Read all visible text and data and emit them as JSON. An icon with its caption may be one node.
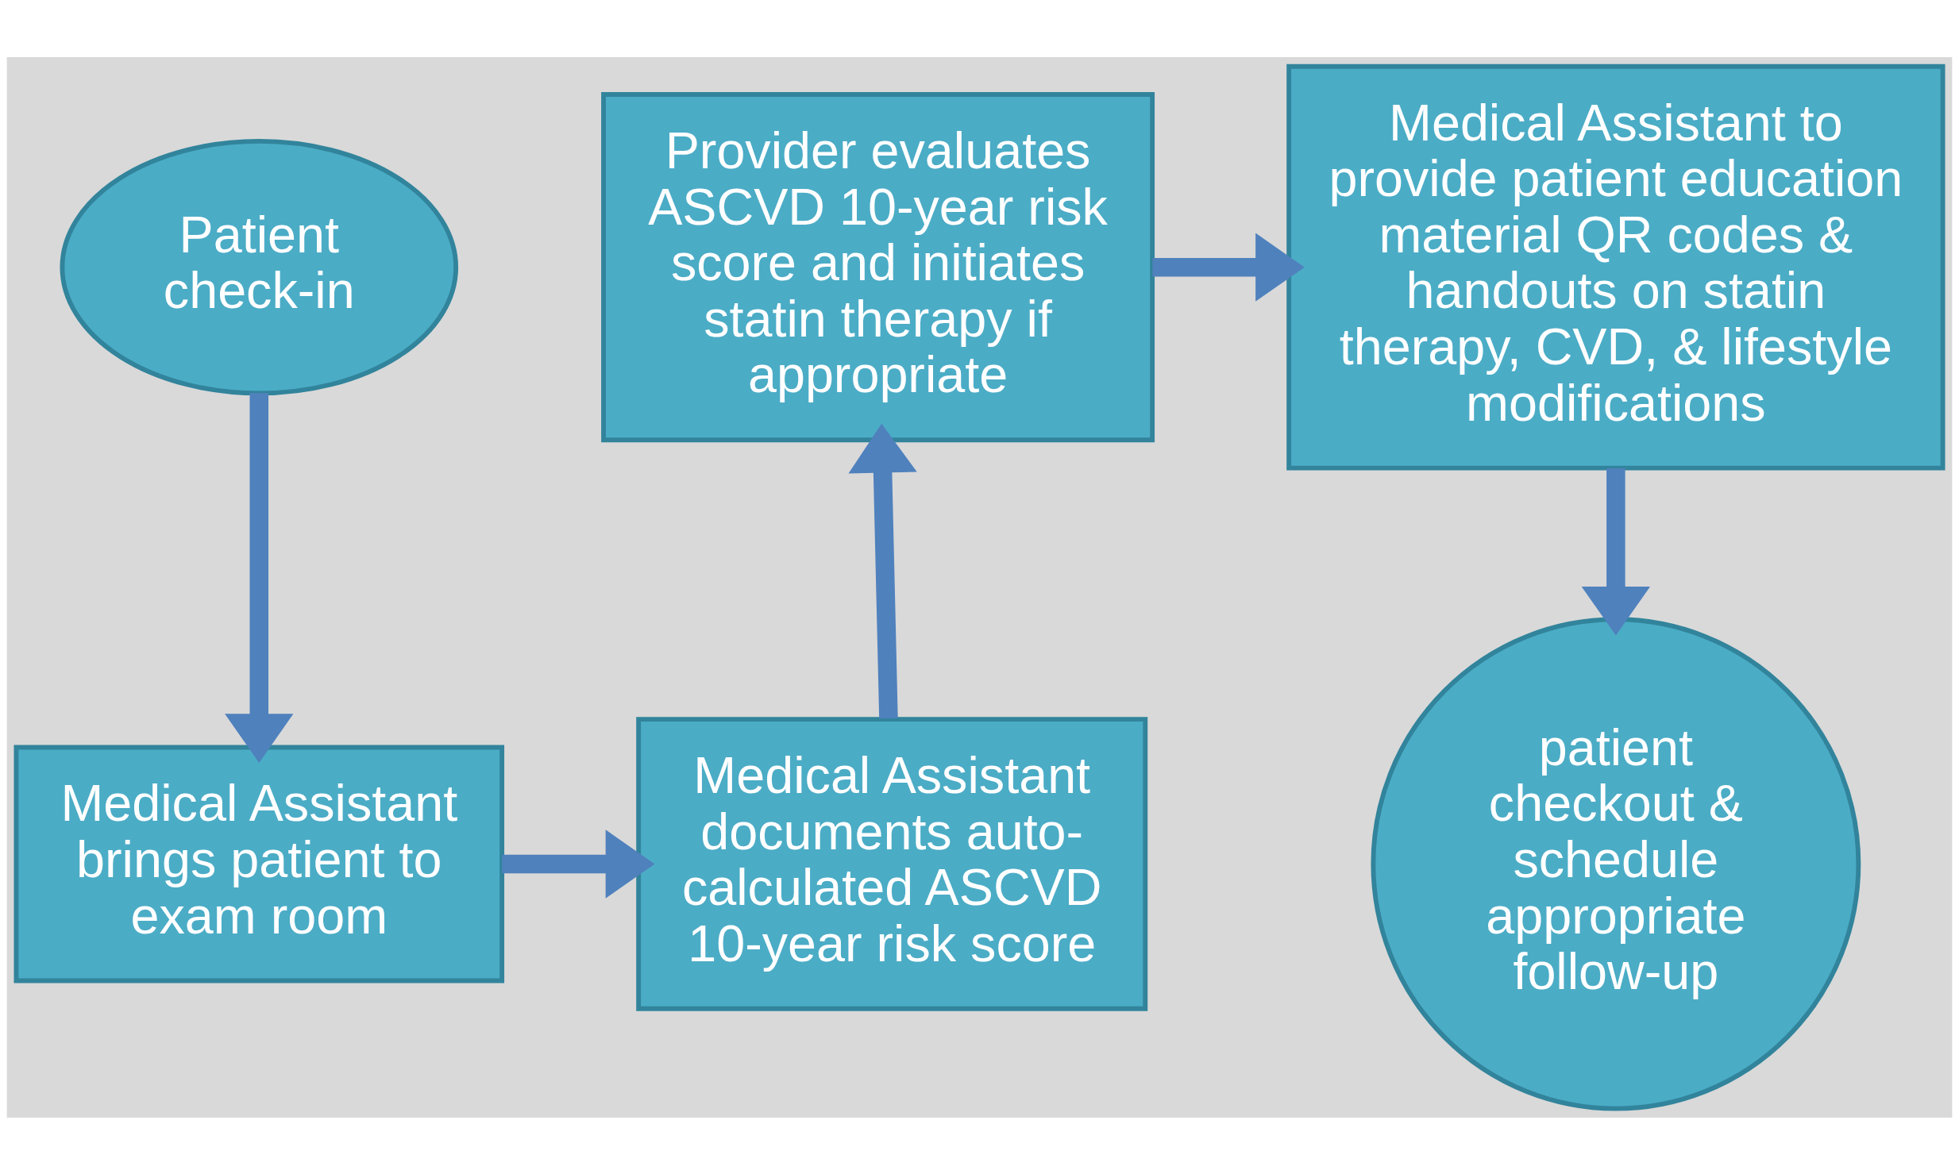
{
  "diagram": {
    "nodes": [
      {
        "text": [
          "Patient check-in"
        ]
      },
      {
        "text": [
          "Medical Assistant brings patient to exam room"
        ]
      },
      {
        "text": [
          "Medical Assistant documents auto-calculated ASCVD 10-year risk score"
        ]
      },
      {
        "text": [
          "Provider evaluates ASCVD 10-year risk score and initiates statin therapy if appropriate"
        ]
      },
      {
        "text": [
          "Medical Assistant to provide patient education material QR codes & handouts on statin therapy, CVD, & lifestyle modifications"
        ]
      },
      {
        "text": [
          "patient checkout & schedule appropriate follow-up"
        ]
      }
    ],
    "edges": [
      {
        "from": 0,
        "to": 1,
        "arrow": "to"
      },
      {
        "from": 1,
        "to": 2,
        "arrow": "to"
      },
      {
        "from": 2,
        "to": 3,
        "arrow": "to"
      },
      {
        "from": 3,
        "to": 4,
        "arrow": "to"
      },
      {
        "from": 4,
        "to": 5,
        "arrow": "to"
      }
    ]
  }
}
